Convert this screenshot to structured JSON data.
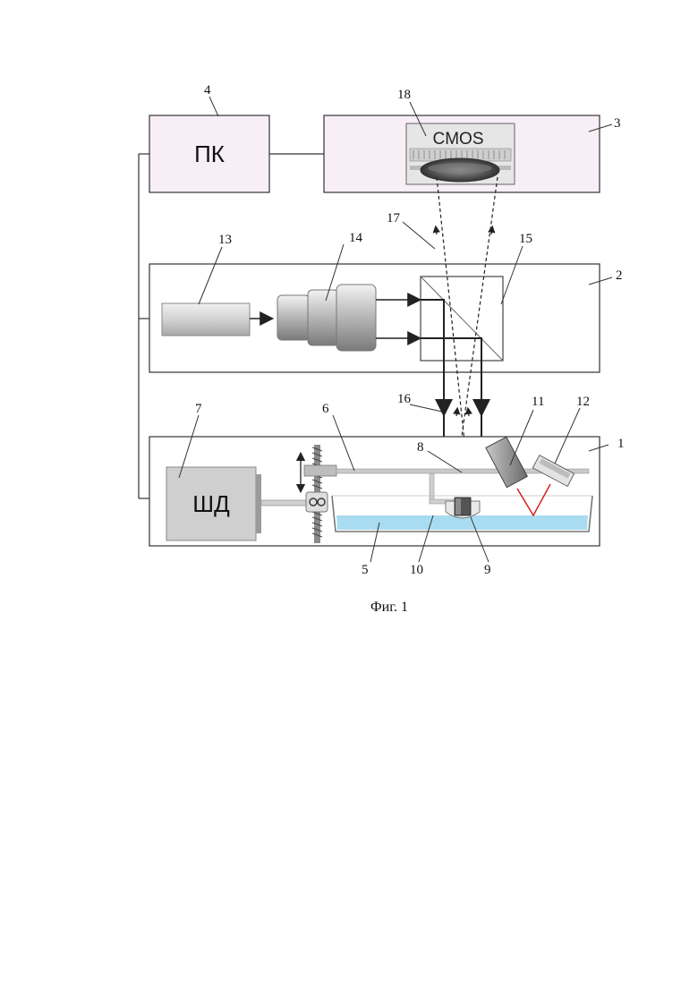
{
  "labels": {
    "pc": "ПК",
    "cmos": "CMOS",
    "motor": "ШД"
  },
  "numbers": {
    "n1": "1",
    "n2": "2",
    "n3": "3",
    "n4": "4",
    "n5": "5",
    "n6": "6",
    "n7": "7",
    "n8": "8",
    "n9": "9",
    "n10": "10",
    "n11": "11",
    "n12": "12",
    "n13": "13",
    "n14": "14",
    "n15": "15",
    "n16": "16",
    "n17": "17",
    "n18": "18"
  },
  "caption": "Фиг. 1",
  "colors": {
    "panel_fill": "#f8eef6",
    "liquid": "#a9dcf0",
    "laser": "#d62020",
    "metal_gray": "#8a8a8a"
  }
}
